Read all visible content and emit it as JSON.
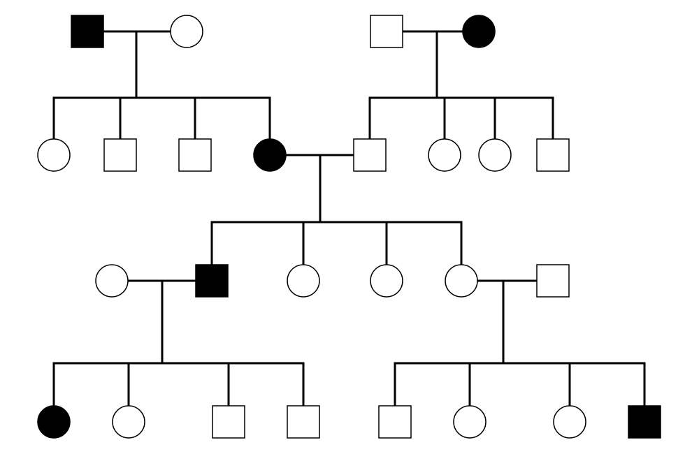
{
  "diagram": {
    "type": "pedigree-chart",
    "colors": {
      "affected": "#000000",
      "unaffected": "#ffffff",
      "line": "#000000"
    },
    "generations": [
      {
        "individuals": [
          {
            "id": "g1-1",
            "sex": "male",
            "affected": true
          },
          {
            "id": "g1-2",
            "sex": "female",
            "affected": false
          },
          {
            "id": "g1-3",
            "sex": "male",
            "affected": false
          },
          {
            "id": "g1-4",
            "sex": "female",
            "affected": true
          }
        ]
      },
      {
        "individuals": [
          {
            "id": "g2-1",
            "sex": "female",
            "affected": false
          },
          {
            "id": "g2-2",
            "sex": "male",
            "affected": false
          },
          {
            "id": "g2-3",
            "sex": "male",
            "affected": false
          },
          {
            "id": "g2-4",
            "sex": "female",
            "affected": true
          },
          {
            "id": "g2-5",
            "sex": "male",
            "affected": false
          },
          {
            "id": "g2-6",
            "sex": "female",
            "affected": false
          },
          {
            "id": "g2-7",
            "sex": "female",
            "affected": false
          },
          {
            "id": "g2-8",
            "sex": "male",
            "affected": false
          }
        ]
      },
      {
        "individuals": [
          {
            "id": "g3-1",
            "sex": "female",
            "affected": false
          },
          {
            "id": "g3-2",
            "sex": "male",
            "affected": true
          },
          {
            "id": "g3-3",
            "sex": "female",
            "affected": false
          },
          {
            "id": "g3-4",
            "sex": "female",
            "affected": false
          },
          {
            "id": "g3-5",
            "sex": "female",
            "affected": false
          },
          {
            "id": "g3-6",
            "sex": "male",
            "affected": false
          }
        ]
      },
      {
        "individuals": [
          {
            "id": "g4-1",
            "sex": "female",
            "affected": true
          },
          {
            "id": "g4-2",
            "sex": "female",
            "affected": false
          },
          {
            "id": "g4-3",
            "sex": "male",
            "affected": false
          },
          {
            "id": "g4-4",
            "sex": "male",
            "affected": false
          },
          {
            "id": "g4-5",
            "sex": "male",
            "affected": false
          },
          {
            "id": "g4-6",
            "sex": "female",
            "affected": false
          },
          {
            "id": "g4-7",
            "sex": "female",
            "affected": false
          },
          {
            "id": "g4-8",
            "sex": "male",
            "affected": true
          }
        ]
      }
    ],
    "matings": [
      {
        "partners": [
          "g1-1",
          "g1-2"
        ],
        "children": [
          "g2-1",
          "g2-2",
          "g2-3",
          "g2-4"
        ]
      },
      {
        "partners": [
          "g1-3",
          "g1-4"
        ],
        "children": [
          "g2-5",
          "g2-6",
          "g2-7",
          "g2-8"
        ]
      },
      {
        "partners": [
          "g2-4",
          "g2-5"
        ],
        "children": [
          "g3-2",
          "g3-3",
          "g3-4",
          "g3-5"
        ]
      },
      {
        "partners": [
          "g3-1",
          "g3-2"
        ],
        "children": [
          "g4-1",
          "g4-2",
          "g4-3",
          "g4-4"
        ]
      },
      {
        "partners": [
          "g3-5",
          "g3-6"
        ],
        "children": [
          "g4-5",
          "g4-6",
          "g4-7",
          "g4-8"
        ]
      }
    ]
  }
}
